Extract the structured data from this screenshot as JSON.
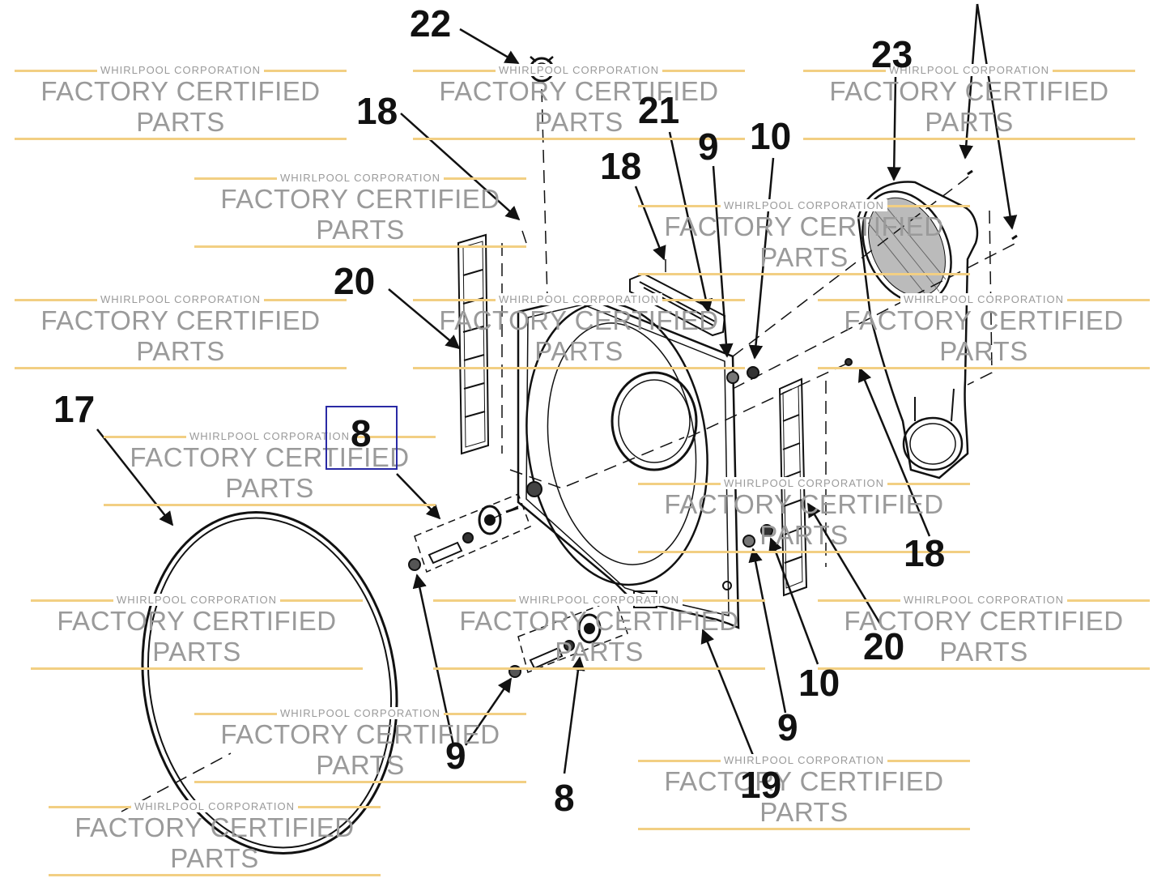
{
  "watermark": {
    "top_text": "WHIRLPOOL CORPORATION",
    "main_text": "FACTORY CERTIFIED PARTS",
    "line_color": "#f2cf83",
    "text_color": "#9a9a9a"
  },
  "callouts": {
    "c22": "22",
    "c23": "23",
    "c18a": "18",
    "c18b": "18",
    "c18c": "18",
    "c21": "21",
    "c9a": "9",
    "c10a": "10",
    "c20a": "20",
    "c20b": "20",
    "c17": "17",
    "c8a": "8",
    "c8b": "8",
    "c9b": "9",
    "c9c": "9",
    "c10b": "10",
    "c19": "19"
  },
  "selected_callout": "8",
  "highlight_color": "#2a2aa5"
}
